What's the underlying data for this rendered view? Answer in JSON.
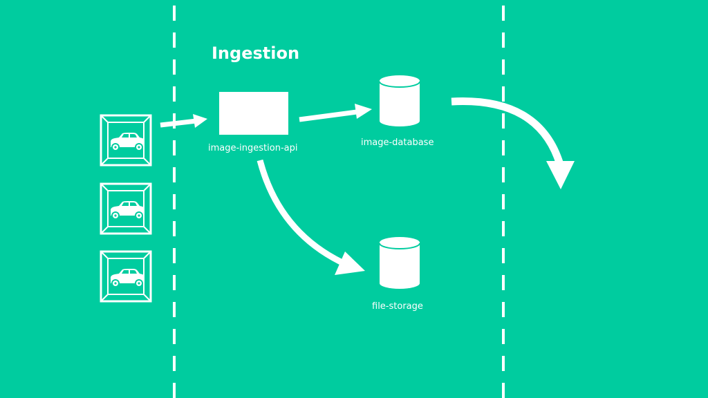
{
  "title": "Ingestion",
  "nodes": {
    "api": {
      "label": "image-ingestion-api"
    },
    "database": {
      "label": "image-database"
    },
    "storage": {
      "label": "file-storage"
    }
  },
  "sources": {
    "count": 3,
    "icon": "car-icon"
  },
  "colors": {
    "background": "#00CC9F",
    "foreground": "#ffffff"
  }
}
